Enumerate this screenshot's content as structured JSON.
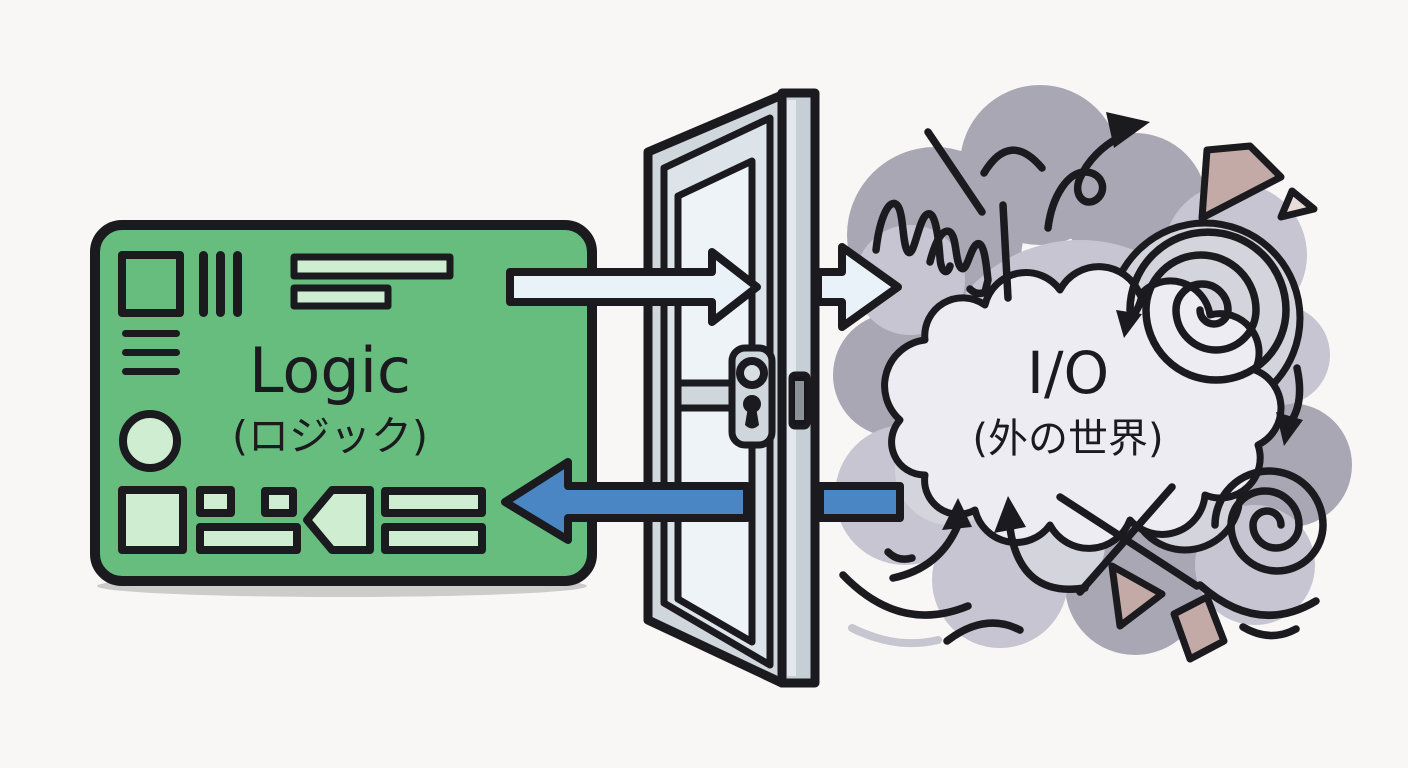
{
  "illustration": {
    "logic_board": {
      "label": "Logic",
      "label_ja": "(ロジック)"
    },
    "io_cloud": {
      "label": "I/O",
      "label_ja": "(外の世界)"
    },
    "arrows": {
      "output_arrow": "logic-to-outside",
      "input_arrow": "outside-to-logic"
    },
    "colors": {
      "background": "#f8f7f5",
      "outline": "#1a1a1f",
      "board_green": "#66bd7d",
      "board_component_green": "#cfeed1",
      "arrow_output_fill": "#e9f1f9",
      "arrow_input_blue": "#4a86c4",
      "door_frame_gray": "#cfd7dd",
      "door_frame_inner": "#dce4e9",
      "door_glass": "#edf3f7",
      "jamb_gray": "#c6cfd6",
      "cloud_gray_dark": "#a9a7b4",
      "cloud_gray_mid": "#c7c5d1",
      "cloud_gray_light": "#d4d4dc",
      "cloud_inner_white": "#ececf2",
      "accent_pink": "#c4aaa6",
      "accent_pink_light": "#e8dcd9"
    }
  }
}
